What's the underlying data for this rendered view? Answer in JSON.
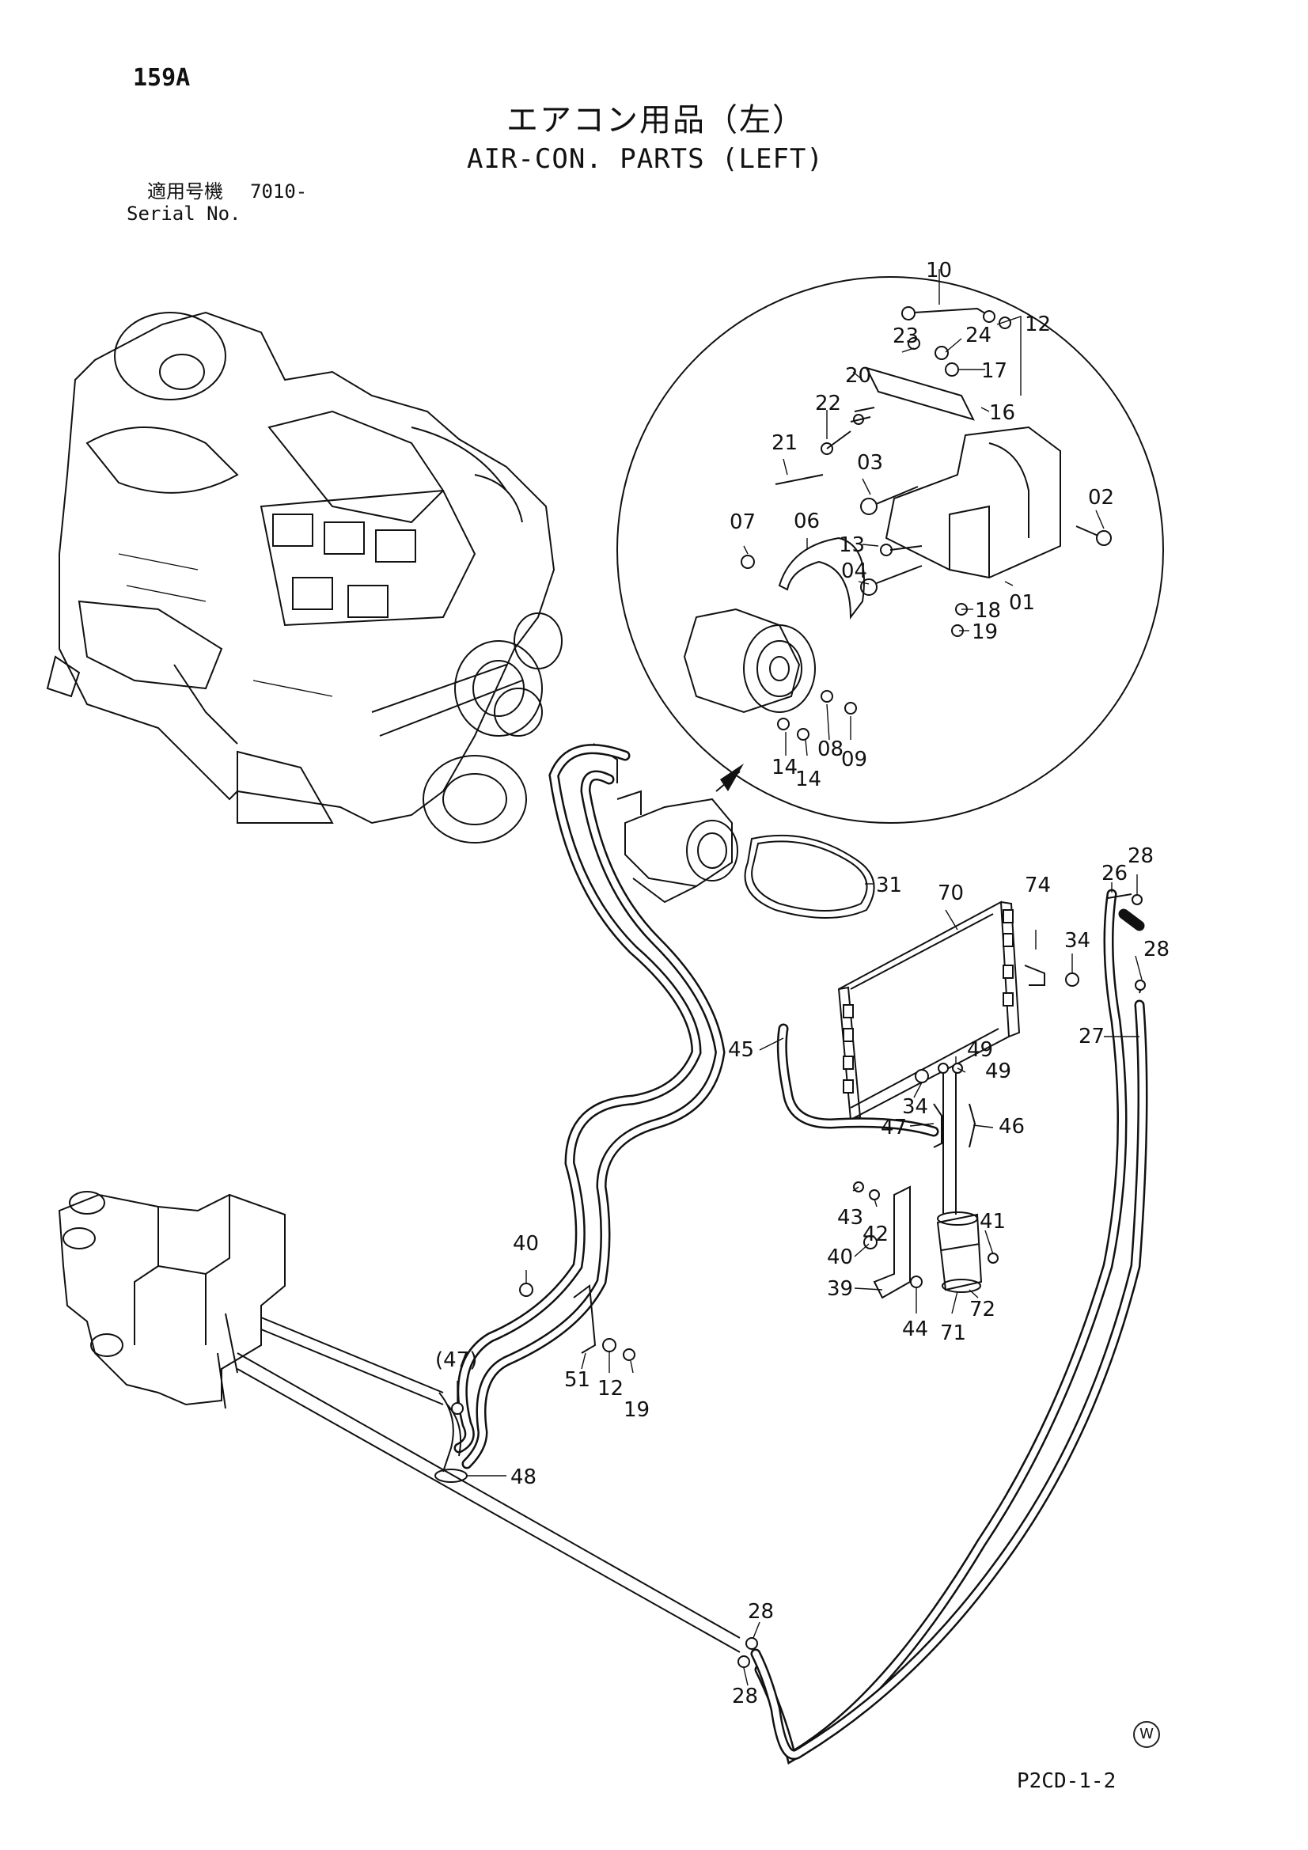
{
  "page_number": "159A",
  "title_jp": "エアコン用品（左）",
  "title_en": "AIR-CON. PARTS (LEFT)",
  "serial_label_jp": "適用号機",
  "serial_value": "7010-",
  "serial_label_en": "Serial No.",
  "doc_code": "P2CD-1-2",
  "watermark": "W",
  "callouts": {
    "c01": "01",
    "c02": "02",
    "c03": "03",
    "c04": "04",
    "c06": "06",
    "c07": "07",
    "c08": "08",
    "c09": "09",
    "c10": "10",
    "c12a": "12",
    "c13": "13",
    "c14a": "14",
    "c14b": "14",
    "c16": "16",
    "c17": "17",
    "c18": "18",
    "c19a": "19",
    "c20": "20",
    "c21": "21",
    "c22": "22",
    "c23": "23",
    "c24": "24",
    "c26": "26",
    "c27": "27",
    "c28a": "28",
    "c28b": "28",
    "c28c": "28",
    "c28d": "28",
    "c31": "31",
    "c34a": "34",
    "c34b": "34",
    "c39": "39",
    "c40a": "40",
    "c40b": "40",
    "c41": "41",
    "c42": "42",
    "c43": "43",
    "c44": "44",
    "c45": "45",
    "c46": "46",
    "c47": "47",
    "c47p": "(47)",
    "c48": "48",
    "c49a": "49",
    "c49b": "49",
    "c51": "51",
    "c12b": "12",
    "c19b": "19",
    "c70": "70",
    "c71": "71",
    "c72": "72",
    "c74": "74"
  }
}
